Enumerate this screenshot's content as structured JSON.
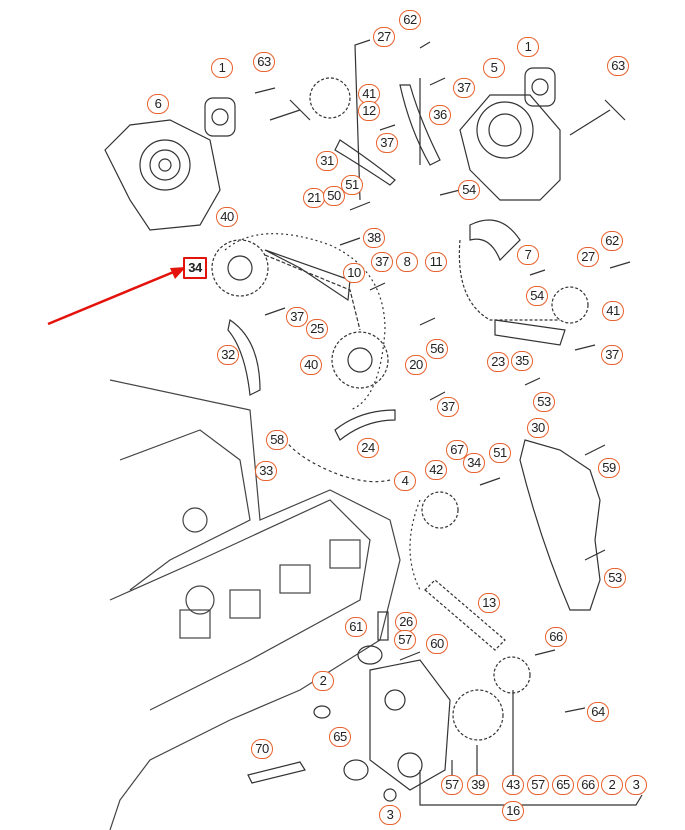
{
  "colors": {
    "callout_border": "#e8612c",
    "highlight": "#e3120b",
    "line": "#333333"
  },
  "highlighted_part": "34",
  "callouts": [
    "62",
    "27",
    "1",
    "63",
    "41",
    "37",
    "5",
    "1",
    "63",
    "6",
    "12",
    "36",
    "37",
    "31",
    "21",
    "50",
    "51",
    "54",
    "40",
    "38",
    "34",
    "37",
    "10",
    "8",
    "11",
    "7",
    "62",
    "27",
    "54",
    "41",
    "37",
    "25",
    "56",
    "32",
    "40",
    "20",
    "23",
    "35",
    "37",
    "37",
    "53",
    "58",
    "24",
    "67",
    "30",
    "33",
    "34",
    "51",
    "59",
    "4",
    "42",
    "53",
    "13",
    "26",
    "61",
    "57",
    "60",
    "66",
    "2",
    "64",
    "70",
    "65",
    "3",
    "57",
    "39",
    "43",
    "57",
    "65",
    "66",
    "2",
    "3",
    "16"
  ]
}
